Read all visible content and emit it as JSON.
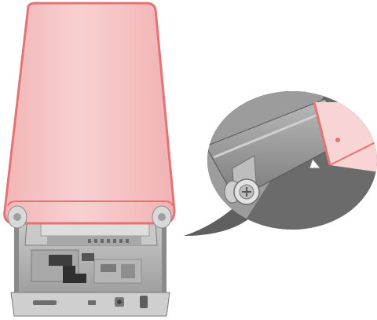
{
  "colors": {
    "background": "#ffffff",
    "sleeve_fill": "#f6c7c8",
    "sleeve_outline": "#e57373",
    "enclosure_gray": "#9a9a9a",
    "enclosure_dark": "#6f6f6f",
    "enclosure_light": "#d4d4d4",
    "callout_shadow": "#5a5a5a"
  },
  "parts": {
    "sleeve": "red-aluminum-sleeve",
    "drive": "hard-drive",
    "tray": "drive-tray",
    "callout": "screw-detail-callout",
    "screw": "thumb-screw-icon"
  }
}
